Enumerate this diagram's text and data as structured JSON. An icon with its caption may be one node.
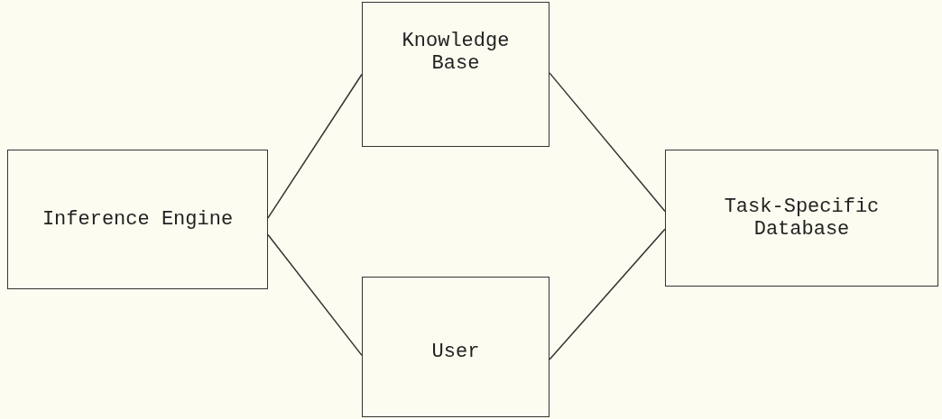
{
  "diagram": {
    "nodes": [
      {
        "text": [
          "Inference Engine"
        ]
      },
      {
        "text": [
          "Knowledge Base"
        ]
      },
      {
        "text": [
          "User"
        ]
      },
      {
        "text": [
          "Task-Specific Database"
        ]
      }
    ],
    "edges": [
      {
        "from": 0,
        "to": 1,
        "arrow": "none"
      },
      {
        "from": 0,
        "to": 2,
        "arrow": "none"
      },
      {
        "from": 1,
        "to": 3,
        "arrow": "none"
      },
      {
        "from": 2,
        "to": 3,
        "arrow": "none"
      }
    ]
  }
}
